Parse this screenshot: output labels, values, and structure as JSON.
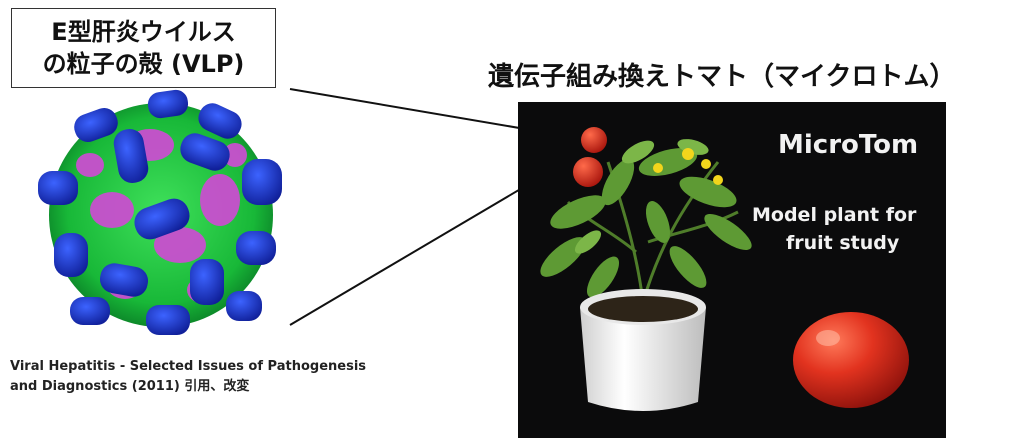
{
  "label_box": {
    "line1": "E型肝炎ウイルス",
    "line2": "の粒子の殻 (VLP)"
  },
  "right_title": "遺伝子組み換えトマト（マイクロトム）",
  "citation": {
    "line1": "Viral Hepatitis - Selected Issues of Pathogenesis",
    "line2": "and Diagnostics (2011) 引用、改変"
  },
  "photo": {
    "title": "MicroTom",
    "subtitle_line1": "Model plant for",
    "subtitle_line2": "fruit study"
  },
  "colors": {
    "virus_green": "#1fc23a",
    "virus_magenta": "#c94fcf",
    "virus_blue": "#1c3fc8",
    "tomato_red": "#d7281e"
  },
  "icons": [
    "virus-illustration",
    "tomato-plant-photo"
  ]
}
